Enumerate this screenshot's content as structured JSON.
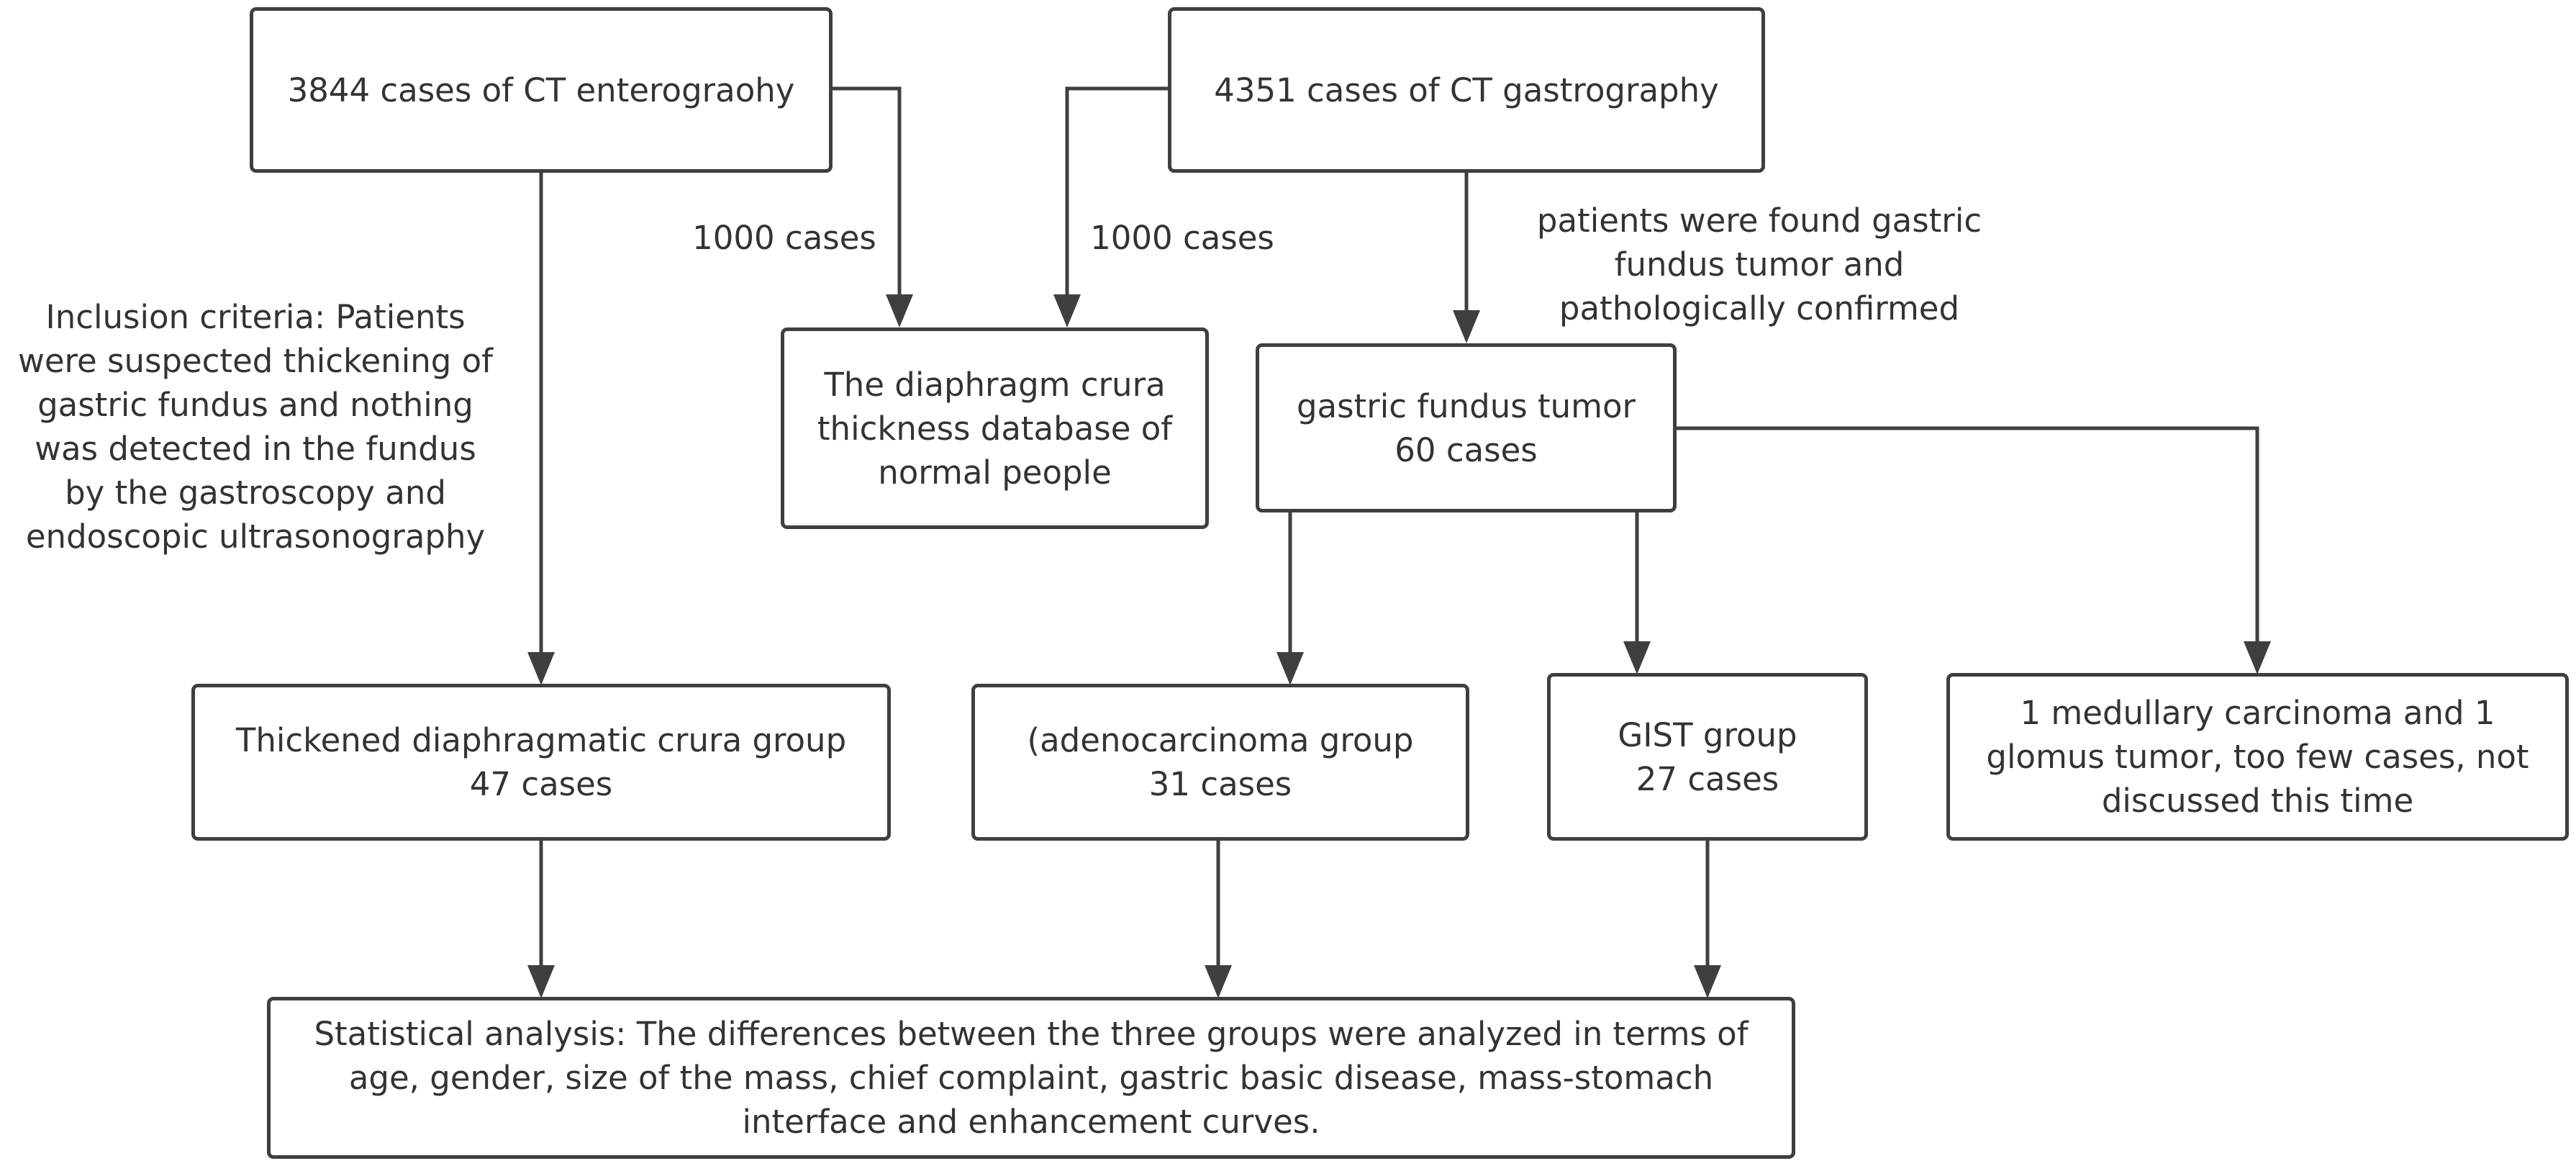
{
  "boxes": {
    "ct_enterography": "3844 cases of CT enterograohy",
    "ct_gastrography": "4351 cases of CT gastrography",
    "diaphragm_database": "The diaphragm crura\nthickness database of\nnormal people",
    "gastric_fundus_tumor": "gastric fundus tumor\n60 cases",
    "thickened_group": "Thickened diaphragmatic crura group\n47 cases",
    "adenocarcinoma_group": "(adenocarcinoma group\n31 cases",
    "gist_group": "GIST group\n27 cases",
    "excluded_cases": "1 medullary carcinoma and 1\nglomus tumor, too few cases, not\ndiscussed this time",
    "statistical_analysis": "Statistical analysis: The differences between the three groups were analyzed in terms of\nage, gender, size of the mass, chief complaint, gastric basic disease, mass-stomach\ninterface and enhancement curves."
  },
  "labels": {
    "left_1000": "1000 cases",
    "right_1000": "1000 cases",
    "inclusion_criteria": "Inclusion criteria: Patients\nwere suspected thickening of\ngastric fundus and nothing\nwas detected in the fundus\nby the gastroscopy and\nendoscopic ultrasonography",
    "found_tumor": "patients were found  gastric\nfundus tumor and\npathologically confirmed"
  },
  "colors": {
    "stroke": "#3f3f3f",
    "text": "#333333",
    "background": "#ffffff"
  }
}
